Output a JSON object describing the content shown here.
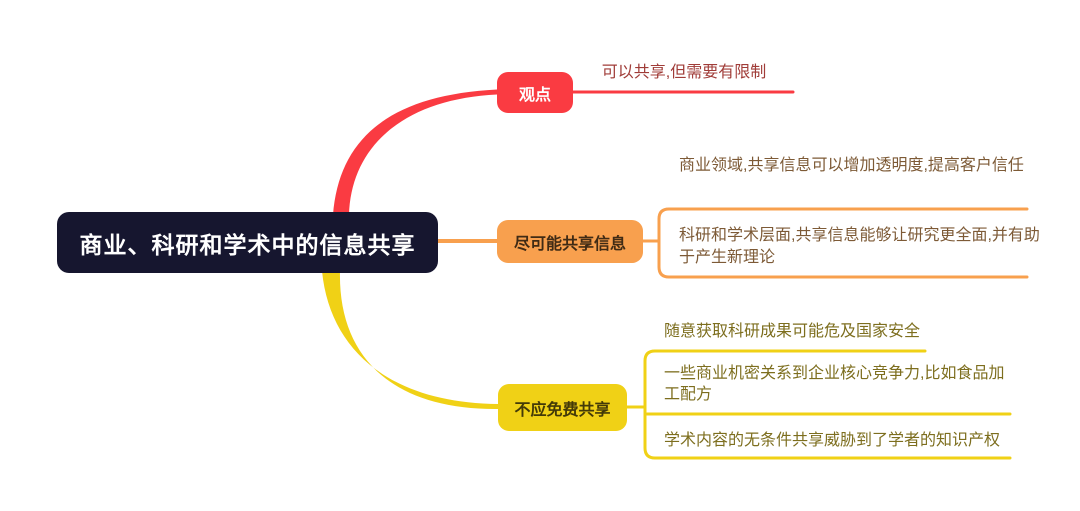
{
  "root": {
    "label": "商业、科研和学术中的信息共享"
  },
  "branches": [
    {
      "label": "观点",
      "color": "#fa3b42",
      "text_color": "#a03c38",
      "children": [
        {
          "text": "可以共享,但需要有限制"
        }
      ]
    },
    {
      "label": "尽可能共享信息",
      "color": "#f8a04e",
      "text_color": "#7d5a36",
      "children": [
        {
          "text": "商业领域,共享信息可以增加透明度,提高客户信任"
        },
        {
          "text": "科研和学术层面,共享信息能够让研究更全面,并有助于产生新理论"
        }
      ]
    },
    {
      "label": "不应免费共享",
      "color": "#f0d116",
      "text_color": "#7d6e1e",
      "children": [
        {
          "text": "随意获取科研成果可能危及国家安全"
        },
        {
          "text": "一些商业机密关系到企业核心竞争力,比如食品加工配方"
        },
        {
          "text": "学术内容的无条件共享威胁到了学者的知识产权"
        }
      ]
    }
  ],
  "colors": {
    "background": "#ffffff",
    "root_bg": "#16162f",
    "root_text": "#ffffff",
    "branch_red": "#fa3b42",
    "branch_orange": "#f8a04e",
    "branch_yellow": "#f0d116"
  }
}
